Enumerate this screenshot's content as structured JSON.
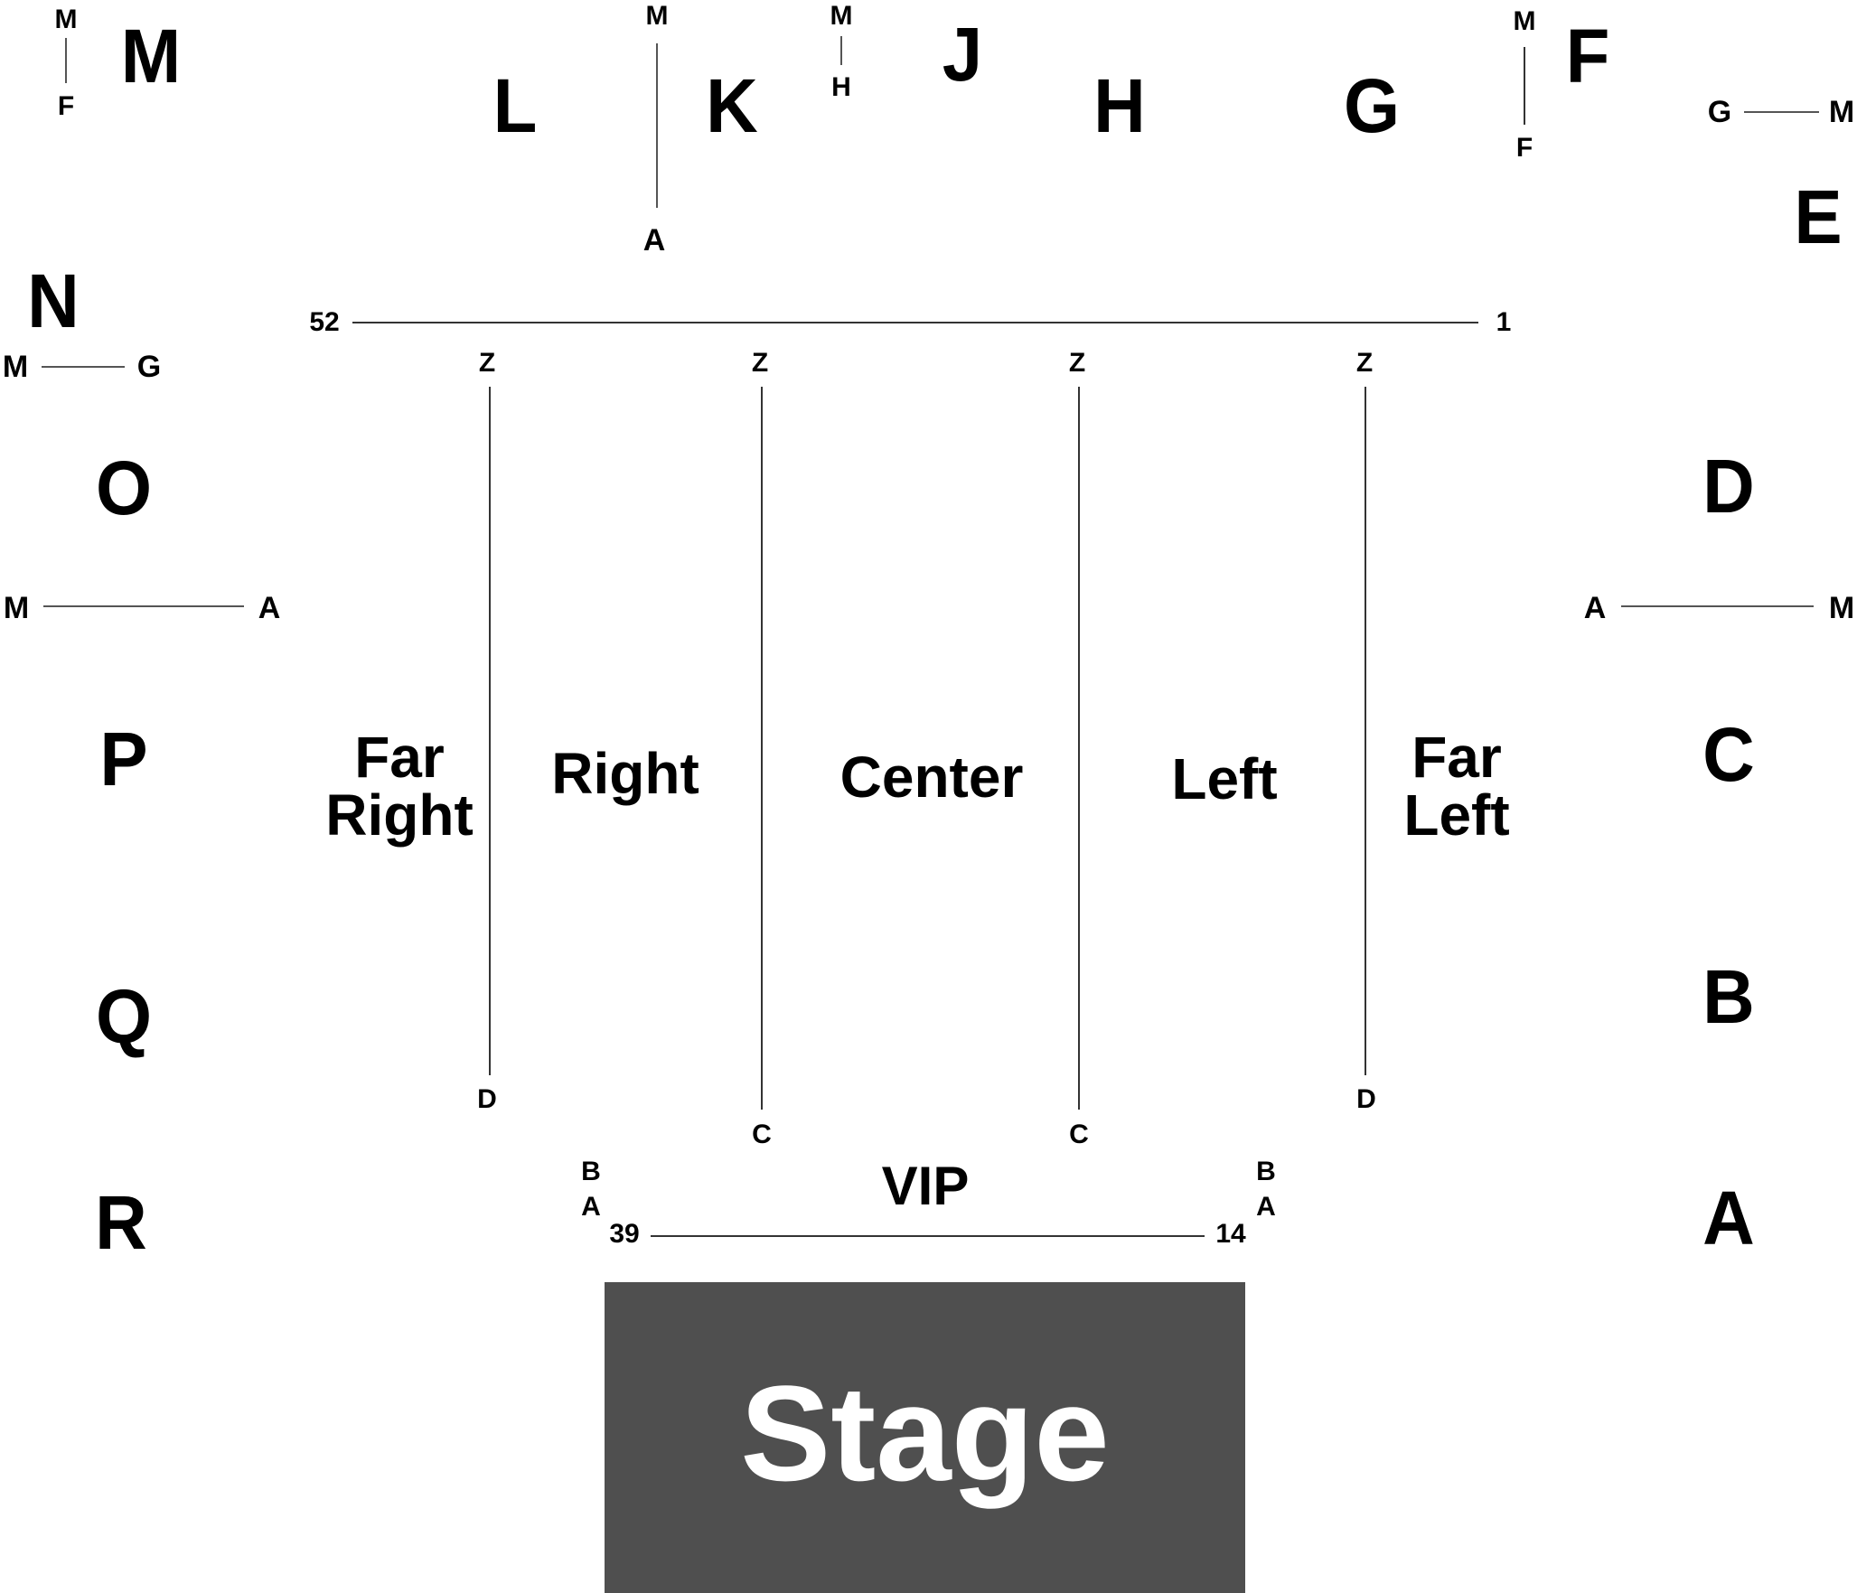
{
  "colors": {
    "background": "#ffffff",
    "text": "#000000",
    "lines": "#333333",
    "stage_fill": "#4f4f4f",
    "stage_text": "#ffffff"
  },
  "outer_sections": {
    "top": [
      {
        "name": "M",
        "rows_from": "F",
        "rows_to": "M"
      },
      {
        "name": "L"
      },
      {
        "name": "K",
        "row_top": "M",
        "row_bottom": "A"
      },
      {
        "name": "J",
        "row_top": "M",
        "row_bottom": "H"
      },
      {
        "name": "H"
      },
      {
        "name": "G"
      },
      {
        "name": "F",
        "row_top": "M",
        "row_bottom": "F"
      },
      {
        "name": "E",
        "row_left": "G",
        "row_right": "M"
      }
    ],
    "left": [
      {
        "name": "N",
        "row_left": "M",
        "row_right": "G"
      },
      {
        "name": "O",
        "row_left": "M",
        "row_right": "A"
      },
      {
        "name": "P"
      },
      {
        "name": "Q"
      },
      {
        "name": "R"
      }
    ],
    "right": [
      {
        "name": "D",
        "row_left": "A",
        "row_right": "M"
      },
      {
        "name": "C"
      },
      {
        "name": "B"
      },
      {
        "name": "A"
      }
    ]
  },
  "small_labels": {
    "tl_top": "M",
    "tl_bottom": "F",
    "k_top": "M",
    "k_bottom": "A",
    "j_top": "M",
    "j_bottom": "H",
    "f_top": "M",
    "f_bottom": "F",
    "e_left": "G",
    "e_right": "M",
    "n_left": "M",
    "n_right": "G",
    "o_left": "M",
    "o_right": "A",
    "d_left": "A",
    "d_right": "M"
  },
  "floor": {
    "seat_start": "52",
    "seat_end": "1",
    "row_top": "Z",
    "aisles": [
      {
        "top": "Z",
        "bottom": "D"
      },
      {
        "top": "Z",
        "bottom": "C"
      },
      {
        "top": "Z",
        "bottom": "C"
      },
      {
        "top": "Z",
        "bottom": "D"
      }
    ],
    "sections": [
      {
        "line1": "Far",
        "line2": "Right"
      },
      {
        "line1": "Right"
      },
      {
        "line1": "Center"
      },
      {
        "line1": "Left"
      },
      {
        "line1": "Far",
        "line2": "Left"
      }
    ]
  },
  "vip": {
    "label": "VIP",
    "seat_left": "39",
    "seat_right": "14",
    "row_b": "B",
    "row_a": "A"
  },
  "stage": {
    "label": "Stage"
  }
}
